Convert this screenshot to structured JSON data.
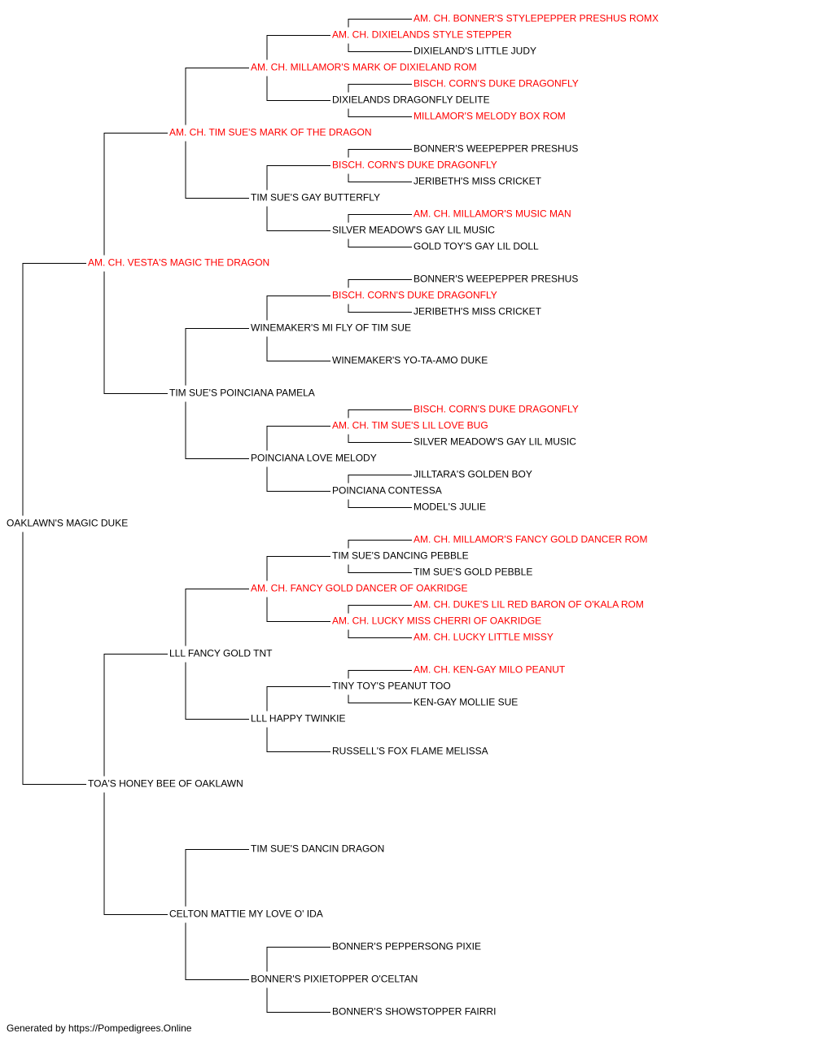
{
  "footer": "Generated by https://Pompedigrees.Online",
  "colors": {
    "champion": "#ff0000",
    "normal": "#000000",
    "line": "#000000"
  },
  "pedigree": {
    "name": "OAKLAWN'S MAGIC DUKE",
    "champion": false,
    "sire": {
      "name": "AM. CH. VESTA'S MAGIC THE DRAGON",
      "champion": true,
      "sire": {
        "name": "AM. CH. TIM SUE'S MARK OF THE DRAGON",
        "champion": true,
        "sire": {
          "name": "AM. CH. MILLAMOR'S MARK OF DIXIELAND ROM",
          "champion": true,
          "sire": {
            "name": "AM. CH. DIXIELANDS STYLE STEPPER",
            "champion": true,
            "sire": {
              "name": "AM. CH. BONNER'S STYLEPEPPER PRESHUS ROMX",
              "champion": true
            },
            "dam": {
              "name": "DIXIELAND'S LITTLE JUDY",
              "champion": false
            }
          },
          "dam": {
            "name": "DIXIELANDS DRAGONFLY DELITE",
            "champion": false,
            "sire": {
              "name": "BISCH. CORN'S DUKE DRAGONFLY",
              "champion": true
            },
            "dam": {
              "name": "MILLAMOR'S MELODY BOX ROM",
              "champion": true
            }
          }
        },
        "dam": {
          "name": "TIM SUE'S GAY BUTTERFLY",
          "champion": false,
          "sire": {
            "name": "BISCH. CORN'S DUKE DRAGONFLY",
            "champion": true,
            "sire": {
              "name": "BONNER'S WEEPEPPER PRESHUS",
              "champion": false
            },
            "dam": {
              "name": "JERIBETH'S MISS CRICKET",
              "champion": false
            }
          },
          "dam": {
            "name": "SILVER MEADOW'S GAY LIL MUSIC",
            "champion": false,
            "sire": {
              "name": "AM. CH. MILLAMOR'S MUSIC MAN",
              "champion": true
            },
            "dam": {
              "name": "GOLD TOY'S GAY LIL DOLL",
              "champion": false
            }
          }
        }
      },
      "dam": {
        "name": "TIM SUE'S POINCIANA PAMELA",
        "champion": false,
        "sire": {
          "name": "WINEMAKER'S MI FLY OF TIM SUE",
          "champion": false,
          "sire": {
            "name": "BISCH. CORN'S DUKE DRAGONFLY",
            "champion": true,
            "sire": {
              "name": "BONNER'S WEEPEPPER PRESHUS",
              "champion": false
            },
            "dam": {
              "name": "JERIBETH'S MISS CRICKET",
              "champion": false
            }
          },
          "dam": {
            "name": "WINEMAKER'S YO-TA-AMO DUKE",
            "champion": false
          }
        },
        "dam": {
          "name": "POINCIANA LOVE MELODY",
          "champion": false,
          "sire": {
            "name": "AM. CH. TIM SUE'S LIL LOVE BUG",
            "champion": true,
            "sire": {
              "name": "BISCH. CORN'S DUKE DRAGONFLY",
              "champion": true
            },
            "dam": {
              "name": "SILVER MEADOW'S GAY LIL MUSIC",
              "champion": false
            }
          },
          "dam": {
            "name": "POINCIANA CONTESSA",
            "champion": false,
            "sire": {
              "name": "JILLTARA'S GOLDEN BOY",
              "champion": false
            },
            "dam": {
              "name": "MODEL'S JULIE",
              "champion": false
            }
          }
        }
      }
    },
    "dam": {
      "name": "TOA'S HONEY BEE OF OAKLAWN",
      "champion": false,
      "sire": {
        "name": "LLL FANCY GOLD TNT",
        "champion": false,
        "sire": {
          "name": "AM. CH. FANCY GOLD DANCER OF OAKRIDGE",
          "champion": true,
          "sire": {
            "name": "TIM SUE'S DANCING PEBBLE",
            "champion": false,
            "sire": {
              "name": "AM. CH. MILLAMOR'S FANCY GOLD DANCER ROM",
              "champion": true
            },
            "dam": {
              "name": "TIM SUE'S GOLD PEBBLE",
              "champion": false
            }
          },
          "dam": {
            "name": "AM. CH. LUCKY MISS CHERRI OF OAKRIDGE",
            "champion": true,
            "sire": {
              "name": "AM. CH. DUKE'S LIL RED BARON OF O'KALA ROM",
              "champion": true
            },
            "dam": {
              "name": "AM. CH. LUCKY LITTLE MISSY",
              "champion": true
            }
          }
        },
        "dam": {
          "name": "LLL HAPPY TWINKIE",
          "champion": false,
          "sire": {
            "name": "TINY TOY'S PEANUT TOO",
            "champion": false,
            "sire": {
              "name": "AM. CH. KEN-GAY MILO PEANUT",
              "champion": true
            },
            "dam": {
              "name": "KEN-GAY MOLLIE SUE",
              "champion": false
            }
          },
          "dam": {
            "name": "RUSSELL'S FOX FLAME MELISSA",
            "champion": false
          }
        }
      },
      "dam": {
        "name": "CELTON MATTIE MY LOVE O' IDA",
        "champion": false,
        "sire": {
          "name": "TIM SUE'S DANCIN DRAGON",
          "champion": false
        },
        "dam": {
          "name": "BONNER'S PIXIETOPPER O'CELTAN",
          "champion": false,
          "sire": {
            "name": "BONNER'S PEPPERSONG PIXIE",
            "champion": false
          },
          "dam": {
            "name": "BONNER'S SHOWSTOPPER FAIRRI",
            "champion": false
          }
        }
      }
    }
  }
}
